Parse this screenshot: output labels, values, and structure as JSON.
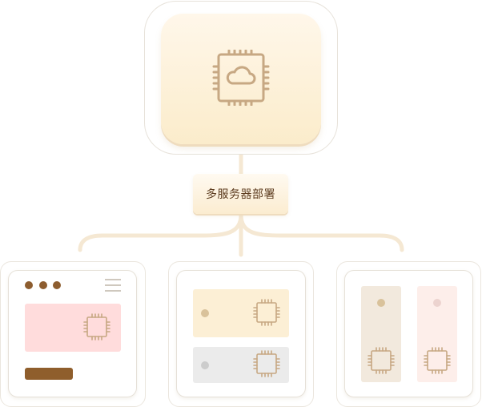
{
  "diagram": {
    "title": "多服务器部署",
    "top_node": {
      "icon": "cloud-chip-icon"
    },
    "children": [
      {
        "name": "web-panel-server",
        "icon": "chip-icon"
      },
      {
        "name": "rack-server",
        "icon": "chip-icon"
      },
      {
        "name": "tower-server",
        "icon": "chip-icon"
      }
    ],
    "colors": {
      "chip_stroke": "#c7a883",
      "connector": "#f5e8d3",
      "dots": "#8d5d2f",
      "bar": "#8f5e2c",
      "pink_panel": "#ffdcdc",
      "cream_panel": "#fcefd5",
      "gray_panel": "#ebebeb",
      "beige_tower": "#f2e9dd",
      "pink_tower": "#fdeeea"
    }
  }
}
